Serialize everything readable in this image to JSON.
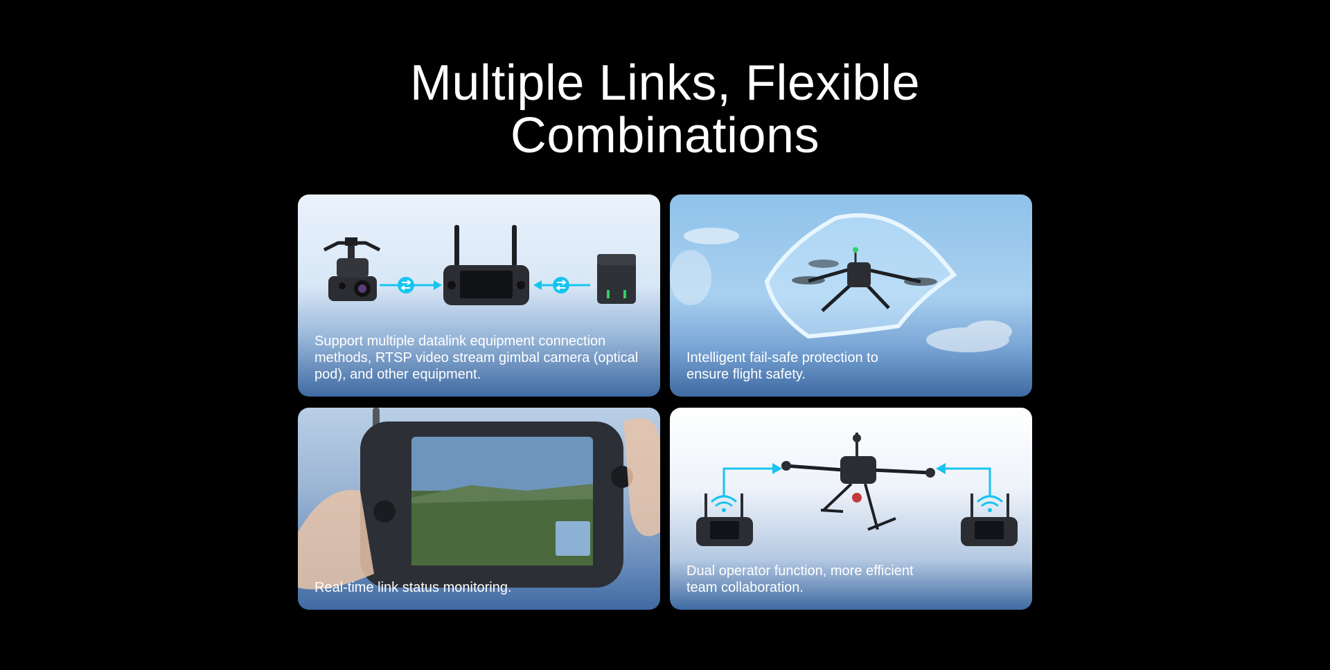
{
  "title": {
    "line1": "Multiple Links, Flexible",
    "line2": "Combinations"
  },
  "cards": [
    {
      "caption": "Support multiple datalink equipment connection methods, RTSP video stream gimbal camera (optical pod), and other equipment."
    },
    {
      "caption": "Intelligent fail-safe protection to ensure flight safety."
    },
    {
      "caption": "Real-time link status monitoring."
    },
    {
      "caption": "Dual operator function, more efficient team collaboration."
    }
  ],
  "icons": {
    "card1": [
      "gimbal-camera-icon",
      "exchange-icon",
      "ground-station-icon",
      "exchange-icon",
      "flight-controller-icon"
    ],
    "card2": [
      "drone-icon",
      "shield-icon",
      "cloud-icon"
    ],
    "card3": [
      "handheld-controller-icon",
      "video-feed-icon"
    ],
    "card4": [
      "remote-controller-icon",
      "wifi-icon",
      "drone-icon",
      "remote-controller-icon",
      "wifi-icon"
    ]
  },
  "colors": {
    "accent": "#17c4f0",
    "background": "#000000",
    "card_bottom": "#3f6aa2"
  }
}
